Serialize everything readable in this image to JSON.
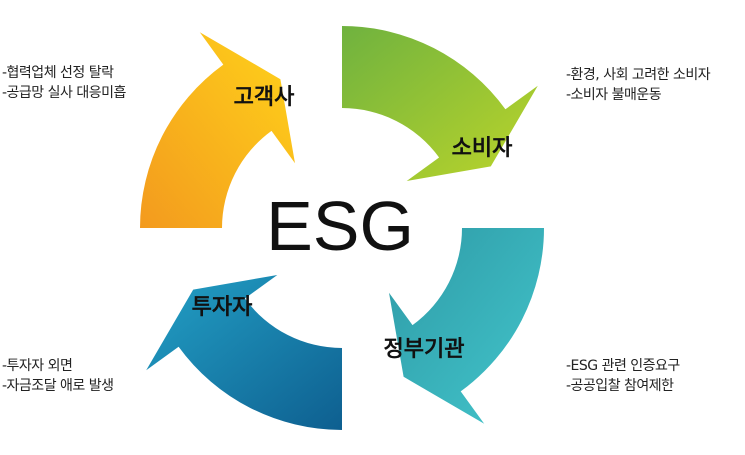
{
  "center": {
    "label": "ESG"
  },
  "segments": [
    {
      "label": "고객사",
      "color_start": "#F39A1E",
      "color_end": "#FFD31A"
    },
    {
      "label": "소비자",
      "color_start": "#6FB23F",
      "color_end": "#BCD52A"
    },
    {
      "label": "정부기관",
      "color_start": "#2E9AA6",
      "color_end": "#43C6CC"
    },
    {
      "label": "투자자",
      "color_start": "#0E5F90",
      "color_end": "#23A1C6"
    }
  ],
  "notes": {
    "top_left": [
      "-협력업체 선정 탈락",
      "-공급망 실사 대응미흡"
    ],
    "top_right": [
      "-환경, 사회 고려한 소비자",
      "-소비자 불매운동"
    ],
    "bottom_left": [
      "-투자자 외면",
      "-자금조달 애로 발생"
    ],
    "bottom_right": [
      "-ESG 관련 인증요구",
      "-공공입찰 참여제한"
    ]
  }
}
